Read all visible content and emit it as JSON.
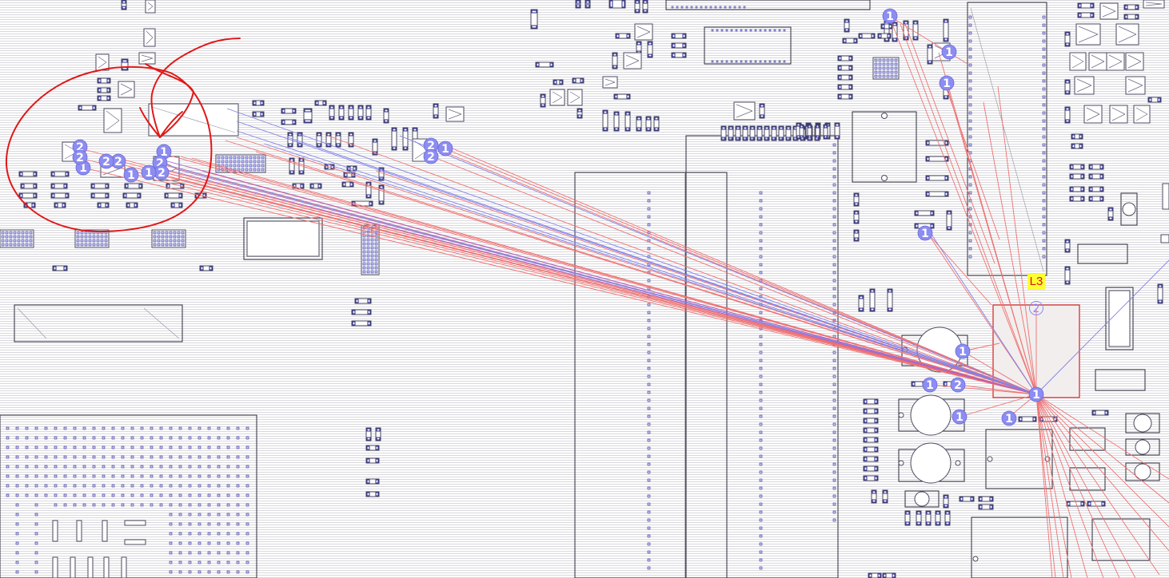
{
  "layer": {
    "label": "L3"
  },
  "selected_component": {
    "marker": "2"
  },
  "pin_markers": [
    {
      "id": "m01",
      "label": "1"
    },
    {
      "id": "m02",
      "label": "1"
    },
    {
      "id": "m03",
      "label": "1"
    },
    {
      "id": "m04",
      "label": "1"
    },
    {
      "id": "m05",
      "label": "1"
    },
    {
      "id": "m06",
      "label": "1"
    },
    {
      "id": "m07",
      "label": "1"
    },
    {
      "id": "m08",
      "label": "2"
    },
    {
      "id": "m09",
      "label": "1"
    },
    {
      "id": "m10",
      "label": "1"
    },
    {
      "id": "m11",
      "label": "1"
    },
    {
      "id": "m12",
      "label": "2"
    },
    {
      "id": "m13",
      "label": "2"
    },
    {
      "id": "m14",
      "label": "1"
    },
    {
      "id": "m15",
      "label": "2"
    },
    {
      "id": "m16",
      "label": "2"
    },
    {
      "id": "m17",
      "label": "1"
    },
    {
      "id": "m18",
      "label": "2"
    },
    {
      "id": "m19",
      "label": "2"
    },
    {
      "id": "m20",
      "label": "1"
    },
    {
      "id": "m21",
      "label": "1"
    },
    {
      "id": "m22",
      "label": "2"
    },
    {
      "id": "m23",
      "label": "2"
    },
    {
      "id": "m24",
      "label": "2"
    },
    {
      "id": "m25",
      "label": "1"
    }
  ],
  "colors": {
    "ratsnest_primary": "#ee7070",
    "ratsnest_secondary": "#8080e8",
    "highlight_outline": "#d82020",
    "pin_marker_fill": "#8c8cf2",
    "layer_badge_bg": "#ffff33",
    "layer_badge_text": "#e01010",
    "annotation_ink": "#e01818"
  }
}
